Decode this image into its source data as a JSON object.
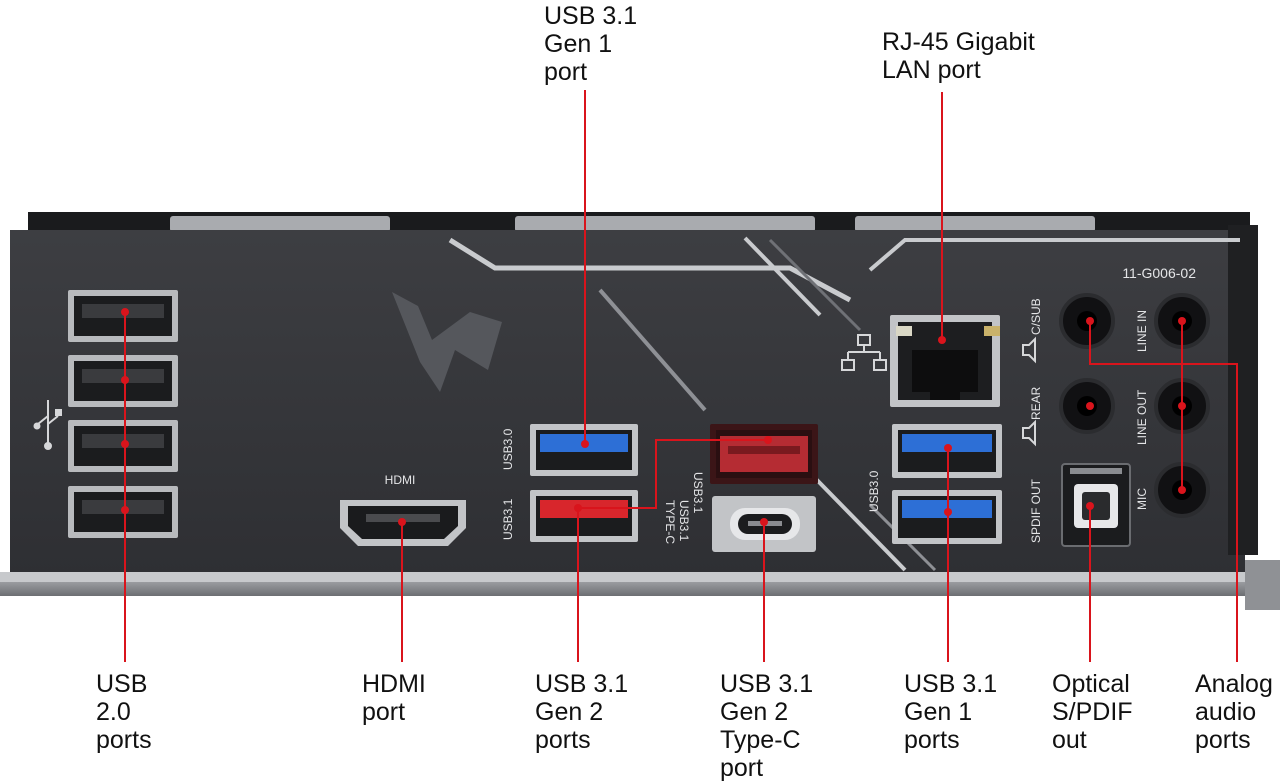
{
  "accent_color": "#d9141c",
  "callouts": {
    "usb31_gen1_top": "USB 3.1\nGen 1\nport",
    "rj45_lan": "RJ-45 Gigabit\nLAN port",
    "usb20": "USB\n2.0\nports",
    "hdmi": "HDMI\nport",
    "usb31_gen2": "USB 3.1\nGen 2\nports",
    "usb31_gen2_typec": "USB 3.1\nGen 2\nType-C\nport",
    "usb31_gen1_bottom": "USB 3.1\nGen 1\nports",
    "optical_spdif": "Optical\nS/PDIF\nout",
    "analog_audio": "Analog\naudio\nports"
  },
  "panel_labels": {
    "model": "11-G006-02",
    "hdmi": "HDMI",
    "usb30_left": "USB3.0",
    "usb31_left": "USB3.1",
    "usb31_mid": "USB3.1",
    "usb31_typec": "USB3.1\nTYPE-C",
    "usb30_right": "USB3.0",
    "c_sub": "C/SUB",
    "rear": "REAR",
    "spdif_out": "SPDIF OUT",
    "line_in": "LINE IN",
    "line_out": "LINE OUT",
    "mic": "MIC"
  }
}
